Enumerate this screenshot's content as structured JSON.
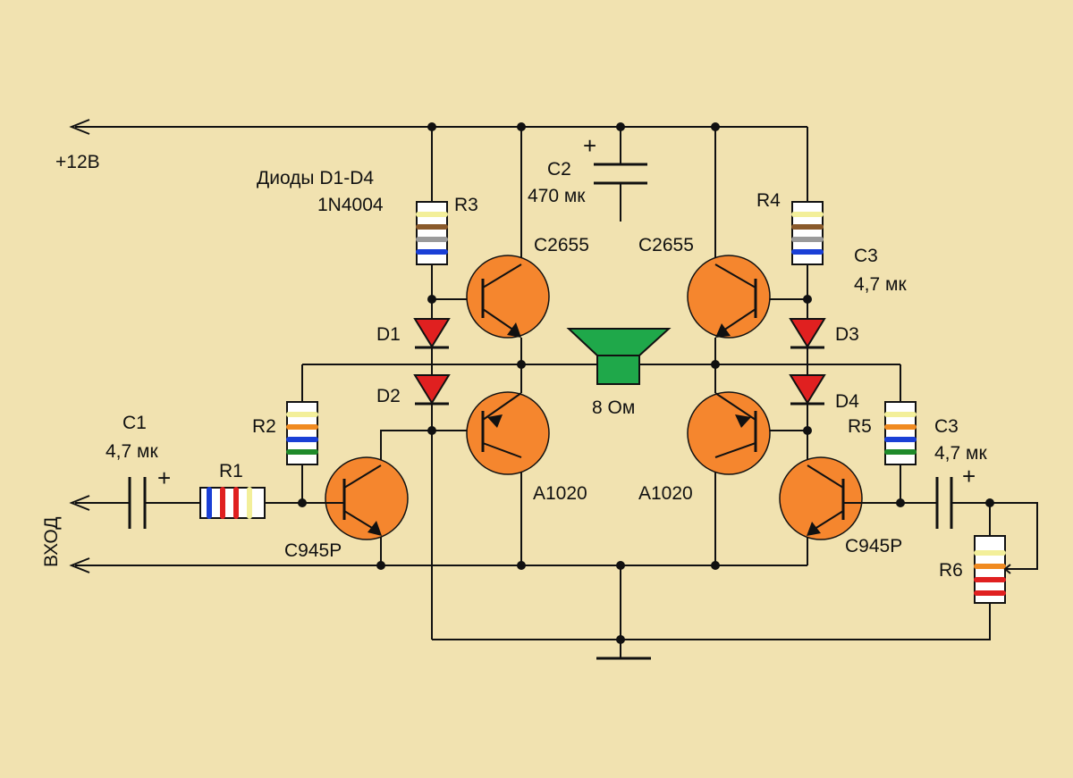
{
  "colors": {
    "background": "#f1e2b0",
    "wire": "#111111",
    "transistor": "#f5862e",
    "diode": "#e02020",
    "speaker": "#1fa84a",
    "resistor_body": "#ffffff"
  },
  "labels": {
    "supply": "+12В",
    "input": "ВХОД",
    "diodes_title": "Диоды D1-D4",
    "diodes_type": "1N4004",
    "c1_name": "C1",
    "c1_value": "4,7 мк",
    "c2_name": "C2",
    "c2_value": "470 мк",
    "c3a_name": "C3",
    "c3a_value": "4,7 мк",
    "c3b_name": "C3",
    "c3b_value": "4,7 мк",
    "r1": "R1",
    "r2": "R2",
    "r3": "R3",
    "r4": "R4",
    "r5": "R5",
    "r6": "R6",
    "d1": "D1",
    "d2": "D2",
    "d3": "D3",
    "d4": "D4",
    "q_upper_left": "C2655",
    "q_upper_right": "C2655",
    "q_lower_left": "A1020",
    "q_lower_right": "A1020",
    "q_driver_left": "C945P",
    "q_driver_right": "C945P",
    "speaker": "8 Ом",
    "plus": "+"
  },
  "resistor_bands": {
    "r1": [
      "#1a3fd6",
      "#e02020",
      "#e02020",
      "#f3ef9a"
    ],
    "r2": [
      "#f3ef9a",
      "#f08a20",
      "#1a3fd6",
      "#1f8a2a"
    ],
    "r3": [
      "#f3ef9a",
      "#8a5a2b",
      "#9a9a9a",
      "#1a3fd6"
    ],
    "r4": [
      "#f3ef9a",
      "#8a5a2b",
      "#9a9a9a",
      "#1a3fd6"
    ],
    "r5": [
      "#f3ef9a",
      "#f08a20",
      "#1a3fd6",
      "#1f8a2a"
    ],
    "r6": [
      "#f3ef9a",
      "#f08a20",
      "#e02020",
      "#e02020"
    ]
  }
}
